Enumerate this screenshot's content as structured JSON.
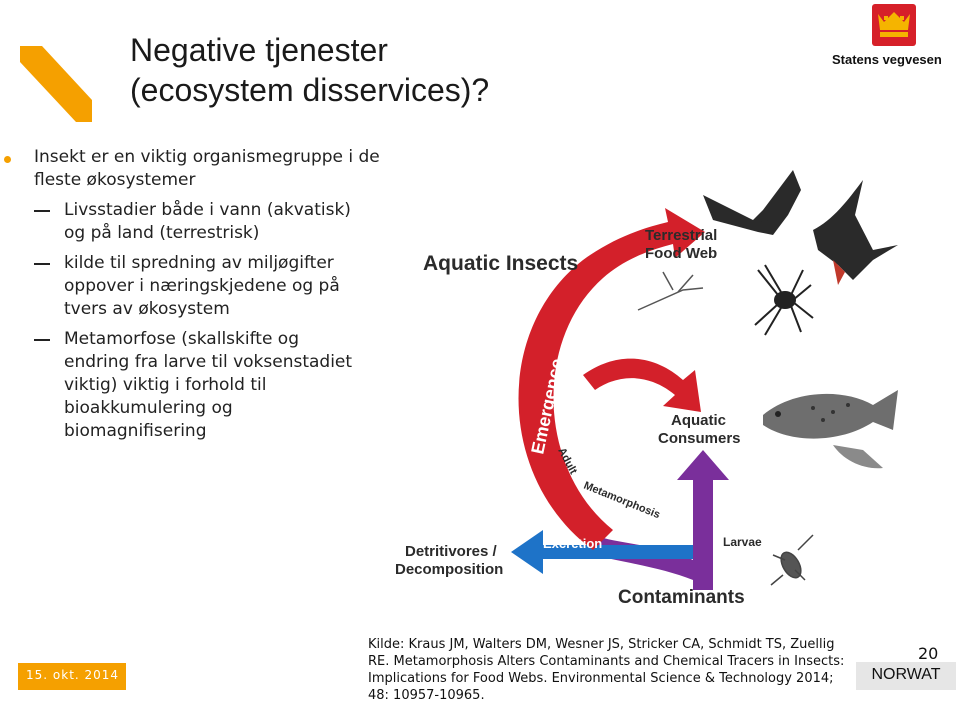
{
  "slide": {
    "title_line1": "Negative tjenester",
    "title_line2": "(ecosystem disservices)?",
    "accent_color": "#f5a000"
  },
  "logo": {
    "brand": "Statens vegvesen",
    "icon": "crown-shield-icon"
  },
  "bullets": {
    "main": "Insekt er en viktig organismegruppe i de fleste økosystemer",
    "sub": [
      "Livsstadier både i vann (akvatisk) og på land (terrestrisk)",
      "kilde til spredning av miljøgifter oppover i næringskjedene og på tvers av økosystem",
      "Metamorfose (skallskifte og endring fra larve til voksenstadiet viktig) viktig i forhold til bioakkumulering og biomagnifisering"
    ]
  },
  "figure": {
    "aquatic_insects": "Aquatic Insects",
    "terrestrial_line1": "Terrestrial",
    "terrestrial_line2": "Food Web",
    "aquatic_cons_line1": "Aquatic",
    "aquatic_cons_line2": "Consumers",
    "emergence": "Emergence",
    "adult": "Adult",
    "metamorphosis": "Metamorphosis",
    "larvae": "Larvae",
    "excretion": "Excretion",
    "detritivores_line1": "Detritivores /",
    "detritivores_line2": "Decomposition",
    "contaminants": "Contaminants",
    "colors": {
      "emergence": "#d3202a",
      "contaminants": "#7a2f9b",
      "excretion": "#1e73c8"
    }
  },
  "footer": {
    "date": "15. okt. 2014",
    "source": "Kilde: Kraus JM, Walters DM, Wesner JS, Stricker CA, Schmidt TS, Zuellig RE. Metamorphosis Alters Contaminants and Chemical Tracers in Insects: Implications for Food Webs. Environmental Science & Technology 2014; 48: 10957-10965.",
    "page_number": "20",
    "org_label": "NORWAT"
  }
}
